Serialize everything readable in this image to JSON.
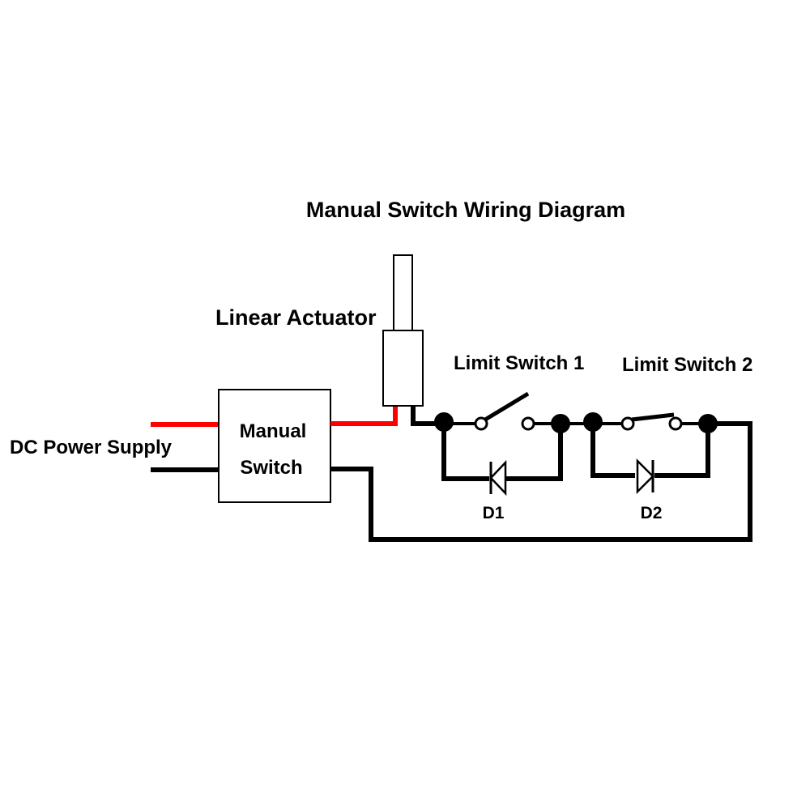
{
  "title": "Manual Switch Wiring Diagram",
  "labels": {
    "power_supply": "DC Power Supply",
    "manual_switch_line1": "Manual",
    "manual_switch_line2": "Switch",
    "actuator": "Linear Actuator",
    "limit_switch_1": "Limit Switch 1",
    "limit_switch_2": "Limit Switch 2",
    "diode_1": "D1",
    "diode_2": "D2"
  },
  "colors": {
    "positive_wire": "#ff0000",
    "wire": "#000000",
    "background": "#ffffff"
  },
  "icons": {
    "actuator": "linear-actuator-icon",
    "switch_1": "open-switch-icon",
    "switch_2": "closed-switch-icon",
    "diode_1": "diode-left-icon",
    "diode_2": "diode-right-icon"
  }
}
